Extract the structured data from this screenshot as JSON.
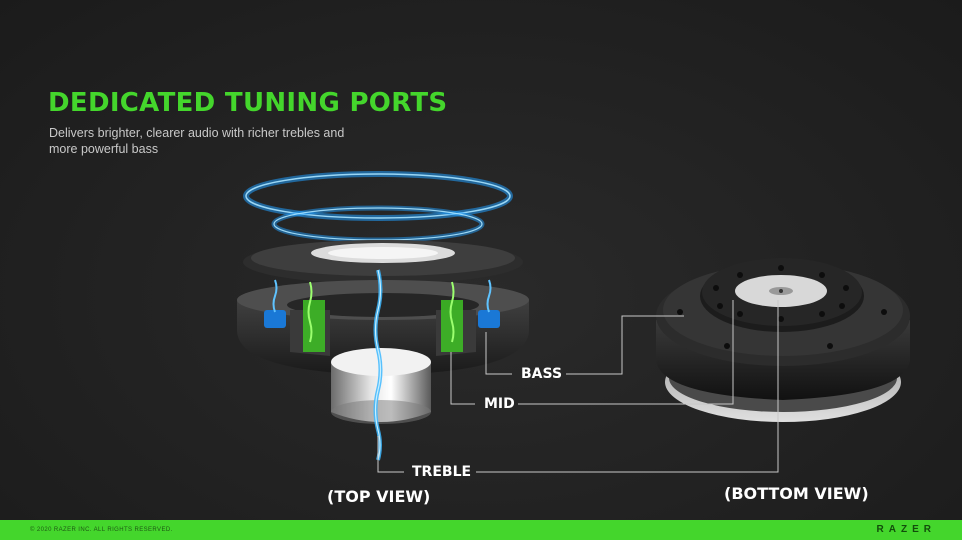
{
  "slide": {
    "title": "DEDICATED TUNING PORTS",
    "subtitle": "Delivers brighter, clearer audio with richer trebles and more powerful bass"
  },
  "callouts": {
    "bass": "BASS",
    "mid": "MID",
    "treble": "TREBLE"
  },
  "views": {
    "top": "(TOP VIEW)",
    "bottom": "(BOTTOM VIEW)"
  },
  "footer": {
    "copyright": "© 2020 RAZER INC. ALL RIGHTS RESERVED.",
    "brand": "RAZER"
  },
  "colors": {
    "accent": "#44d62c",
    "background": "#212121",
    "blue_glow": "#1fa3ff"
  }
}
